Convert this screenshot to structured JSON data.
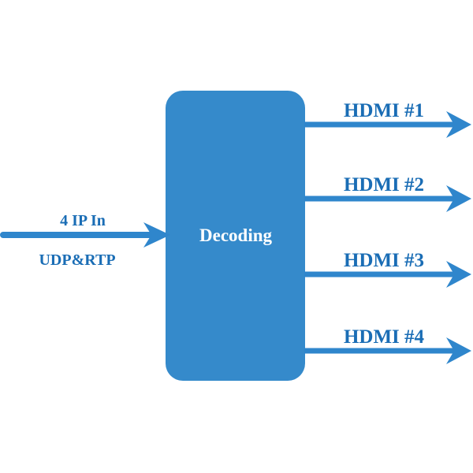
{
  "colors": {
    "box": "#358acb",
    "arrow": "#2f86cc",
    "text": "#1a6db5"
  },
  "input": {
    "label_top": "4 IP In",
    "label_bottom": "UDP&RTP"
  },
  "block": {
    "label": "Decoding"
  },
  "outputs": [
    {
      "label": "HDMI #1"
    },
    {
      "label": "HDMI #2"
    },
    {
      "label": "HDMI #3"
    },
    {
      "label": "HDMI #4"
    }
  ]
}
